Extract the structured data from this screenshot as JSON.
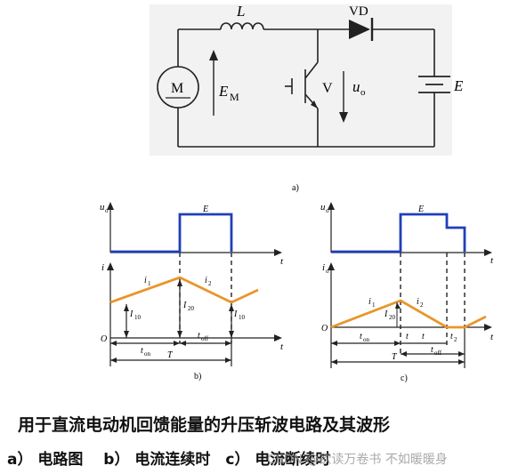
{
  "circuit": {
    "label_inductor": "L",
    "label_diode": "VD",
    "label_motor": "M",
    "label_emf": "E",
    "label_emf_sub": "M",
    "label_switch": "V",
    "label_uo": "u",
    "label_uo_sub": "o",
    "label_battery": "E",
    "caption": "a)"
  },
  "wave_b": {
    "ylabel_top": "u",
    "ylabel_top_sub": "o",
    "xlabel_t": "t",
    "level_E": "E",
    "ylabel_bottom": "i",
    "label_i1": "i",
    "label_i1_sub": "1",
    "label_i2": "i",
    "label_i2_sub": "2",
    "label_I10a": "I",
    "label_I10a_sub": "10",
    "label_I20": "I",
    "label_I20_sub": "20",
    "label_I10b": "I",
    "label_I10b_sub": "10",
    "origin": "O",
    "label_ton": "t",
    "label_ton_sub": "on",
    "label_toff": "t",
    "label_toff_sub": "off",
    "label_T": "T",
    "caption": "b)"
  },
  "wave_c": {
    "ylabel_top": "u",
    "ylabel_top_sub": "o",
    "xlabel_t": "t",
    "level_E": "E",
    "ylabel_bottom": "i",
    "ylabel_bottom_sub": "o",
    "label_i1": "i",
    "label_i1_sub": "1",
    "label_i2": "i",
    "label_i2_sub": "2",
    "label_I20": "I",
    "label_I20_sub": "20",
    "origin": "O",
    "label_ton": "t",
    "label_ton_sub": "on",
    "label_t1": "t",
    "label_t2": "t",
    "label_t2_sub": "2",
    "label_toff": "t",
    "label_toff_sub": "off",
    "label_T": "T",
    "caption": "c)"
  },
  "caption": {
    "line1": "用于直流电动机回馈能量的升压斩波电路及其波形",
    "line2": "a） 电路图　 b） 电流连续时　c） 电流断续时"
  },
  "watermark": "CSDN @欲读万卷书 不如暖暖身",
  "colors": {
    "wave_u": "#1f3fb8",
    "wave_i": "#e8962a",
    "line": "#222222",
    "circuit_bg": "#f2f2f2"
  }
}
